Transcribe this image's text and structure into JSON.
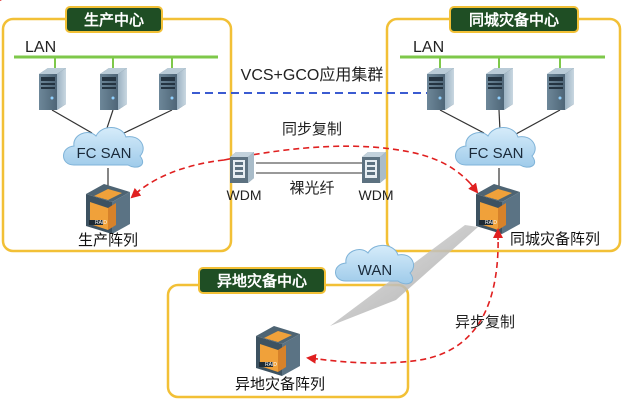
{
  "sites": {
    "production": {
      "title": "生产中心",
      "lan": "LAN",
      "san": "FC SAN",
      "array": "生产阵列"
    },
    "local_dr": {
      "title": "同城灾备中心",
      "lan": "LAN",
      "san": "FC SAN",
      "array": "同城灾备阵列"
    },
    "remote_dr": {
      "title": "异地灾备中心",
      "array": "异地灾备阵列"
    }
  },
  "links": {
    "cluster": "VCS+GCO应用集群",
    "sync_replication": "同步复制",
    "wdm_left": "WDM",
    "wdm_right": "WDM",
    "fiber": "裸光纤",
    "wan": "WAN",
    "async_replication": "异步复制"
  },
  "devices": {
    "array_badge": "RAID"
  },
  "colors": {
    "box_border": "#f2c036",
    "label_bg": "#1f4e24",
    "label_text": "#ffffff",
    "lan_line": "#7ec84a",
    "cluster_line": "#3b5bd1",
    "replication_line": "#e02020",
    "cloud_fill": "#b7dcf4",
    "array_core": "#f0a13a"
  }
}
